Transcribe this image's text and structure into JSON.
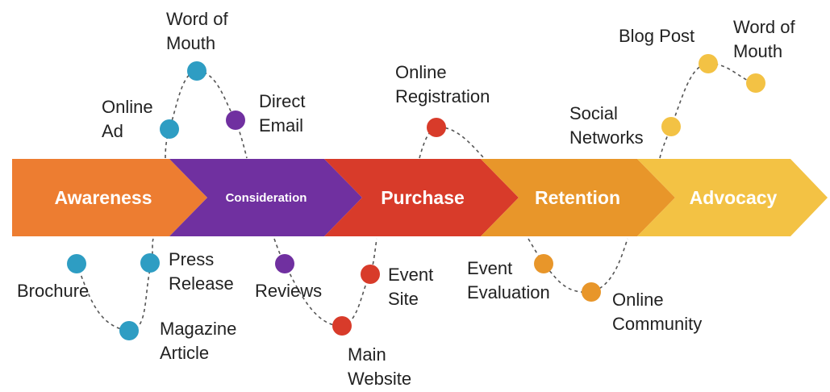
{
  "colors": {
    "awareness": "#ED7D31",
    "consideration": "#7030A0",
    "purchase": "#D83B2A",
    "retention": "#E8962A",
    "advocacy": "#F3C244",
    "touch_blue": "#2E9DC3",
    "touch_purple": "#7030A0",
    "touch_red": "#D83B2A",
    "touch_orange": "#E8962A",
    "touch_yellow": "#F3C244"
  },
  "stages": [
    {
      "id": "awareness",
      "label": "Awareness"
    },
    {
      "id": "consideration",
      "label": "Consideration"
    },
    {
      "id": "purchase",
      "label": "Purchase"
    },
    {
      "id": "retention",
      "label": "Retention"
    },
    {
      "id": "advocacy",
      "label": "Advocacy"
    }
  ],
  "touchpoints": {
    "word_of_mouth_1": [
      "Word of",
      "Mouth"
    ],
    "online_ad": [
      "Online",
      "Ad"
    ],
    "direct_email": [
      "Direct",
      "Email"
    ],
    "online_registration": [
      "Online",
      "Registration"
    ],
    "social_networks": [
      "Social",
      "Networks"
    ],
    "blog_post": [
      "Blog Post"
    ],
    "word_of_mouth_2": [
      "Word of",
      "Mouth"
    ],
    "brochure": [
      "Brochure"
    ],
    "press_release": [
      "Press",
      "Release"
    ],
    "magazine_article": [
      "Magazine",
      "Article"
    ],
    "reviews": [
      "Reviews"
    ],
    "event_site": [
      "Event",
      "Site"
    ],
    "main_website": [
      "Main",
      "Website"
    ],
    "event_evaluation": [
      "Event",
      "Evaluation"
    ],
    "online_community": [
      "Online",
      "Community"
    ]
  }
}
